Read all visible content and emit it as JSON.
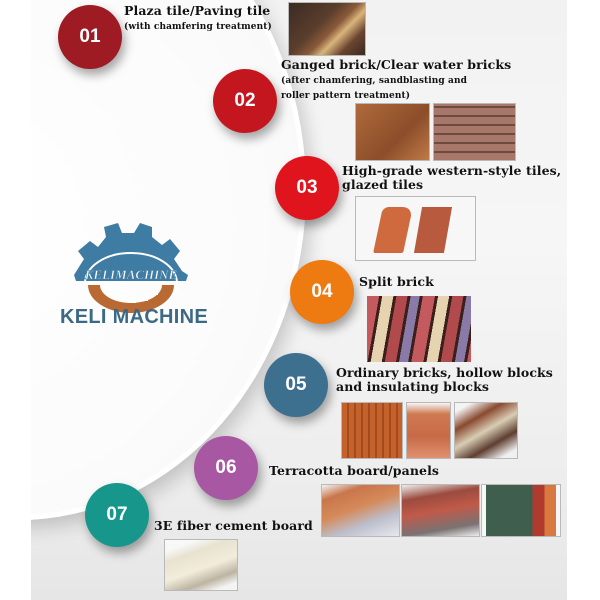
{
  "brand": {
    "name": "KELI MACHINE",
    "logo_text": "KELIMACHINE",
    "gear_color": "#3f7ca3",
    "ring_color": "#b86a32"
  },
  "steps": [
    {
      "number": "01",
      "color": "#9e1b24",
      "title": "Plaza tile/Paving tile",
      "subtitle": "(with chamfering treatment)",
      "images": [
        "paving-tile-photo"
      ]
    },
    {
      "number": "02",
      "color": "#c4161f",
      "title": "Ganged brick/Clear water bricks",
      "subtitle": "(after chamfering, sandblasting and",
      "subtitle2": "roller pattern treatment)",
      "images": [
        "hollow-brick-photo",
        "brick-wall-photo"
      ]
    },
    {
      "number": "03",
      "color": "#e0141c",
      "title": "High-grade western-style tiles,",
      "title2": "glazed tiles",
      "images": [
        "roof-tiles-photo"
      ]
    },
    {
      "number": "04",
      "color": "#ee7a12",
      "title": "Split brick",
      "images": [
        "split-brick-photo"
      ]
    },
    {
      "number": "05",
      "color": "#3d6f8f",
      "title": "Ordinary bricks, hollow blocks",
      "title2": "and insulating blocks",
      "images": [
        "hollow-block-photo",
        "ordinary-brick-photo",
        "insulating-block-photo"
      ]
    },
    {
      "number": "06",
      "color": "#a857a3",
      "title": "Terracotta board/panels",
      "images": [
        "terracotta-board-photo",
        "terracotta-panel-photo",
        "terracotta-wall-photo"
      ]
    },
    {
      "number": "07",
      "color": "#17968c",
      "title": "3E fiber cement board",
      "images": [
        "fiber-cement-board-photo"
      ]
    }
  ]
}
